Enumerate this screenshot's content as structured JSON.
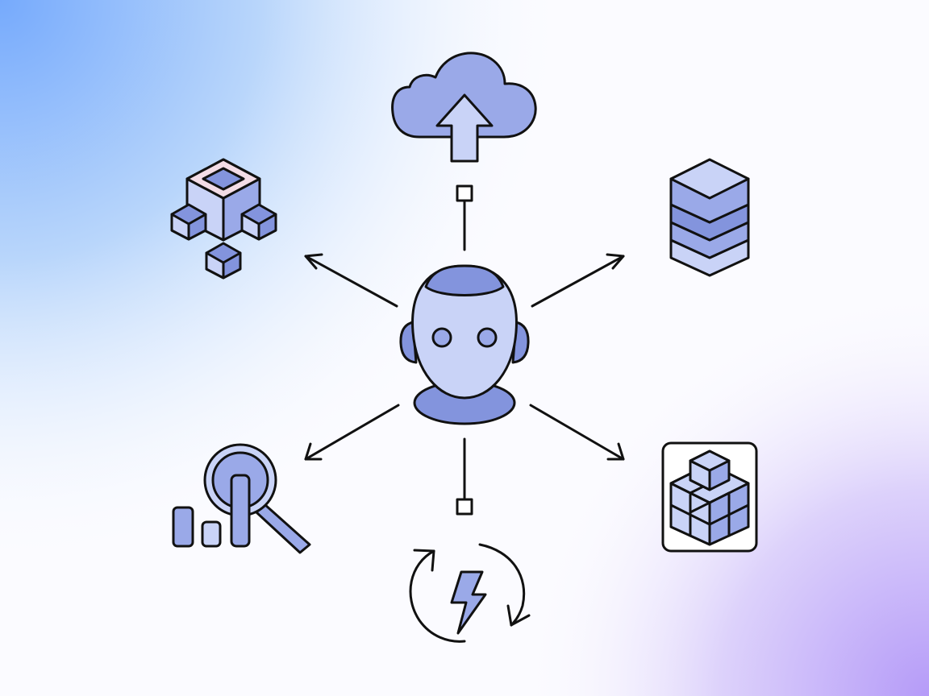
{
  "colors": {
    "outline": "#111111",
    "fill_light": "#c9d3f7",
    "fill_mid": "#9aa9e8",
    "fill_dark": "#8394dd",
    "accent_pink": "#f3dce6",
    "bg_top_left": "#76aafc",
    "bg_bottom_right": "#b59bf8"
  },
  "nodes": [
    {
      "id": "center",
      "icon": "robot-head-icon"
    },
    {
      "id": "top",
      "icon": "cloud-upload-icon"
    },
    {
      "id": "top-left",
      "icon": "cube-network-icon"
    },
    {
      "id": "top-right",
      "icon": "database-stack-icon"
    },
    {
      "id": "bottom-left",
      "icon": "analytics-search-icon"
    },
    {
      "id": "bottom",
      "icon": "lightning-refresh-icon"
    },
    {
      "id": "bottom-right",
      "icon": "cube-grid-icon"
    }
  ],
  "connectors": [
    {
      "from": "center",
      "to": "top",
      "style": "line-with-square"
    },
    {
      "from": "center",
      "to": "bottom",
      "style": "line-with-square"
    },
    {
      "from": "center",
      "to": "top-left",
      "style": "arrow"
    },
    {
      "from": "center",
      "to": "top-right",
      "style": "arrow"
    },
    {
      "from": "center",
      "to": "bottom-left",
      "style": "arrow"
    },
    {
      "from": "center",
      "to": "bottom-right",
      "style": "arrow"
    }
  ]
}
